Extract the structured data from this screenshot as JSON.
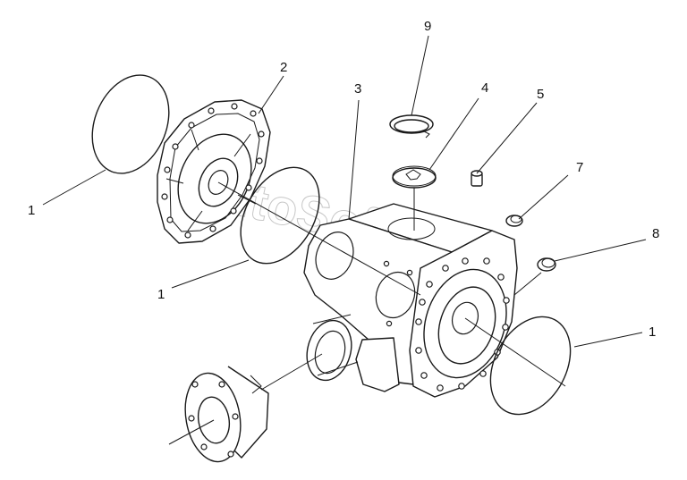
{
  "diagram": {
    "watermark": "AutoSoft",
    "callouts": [
      {
        "id": "c1a",
        "label": "1"
      },
      {
        "id": "c1b",
        "label": "1"
      },
      {
        "id": "c1c",
        "label": "1"
      },
      {
        "id": "c2",
        "label": "2"
      },
      {
        "id": "c3",
        "label": "3"
      },
      {
        "id": "c4",
        "label": "4"
      },
      {
        "id": "c5",
        "label": "5"
      },
      {
        "id": "c7",
        "label": "7"
      },
      {
        "id": "c8",
        "label": "8"
      },
      {
        "id": "c9",
        "label": "9"
      }
    ]
  }
}
